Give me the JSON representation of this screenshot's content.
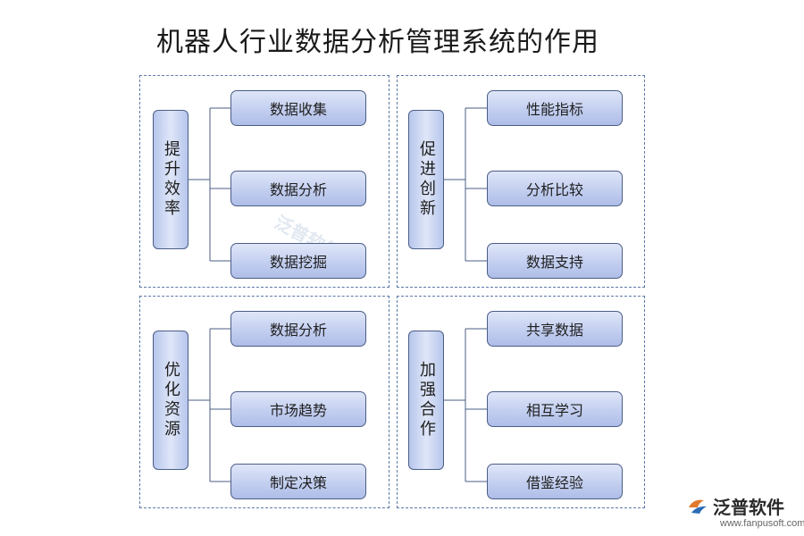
{
  "title": "机器人行业数据分析管理系统的作用",
  "groups": [
    {
      "label": "提升效率",
      "items": [
        "数据收集",
        "数据分析",
        "数据挖掘"
      ]
    },
    {
      "label": "促进创新",
      "items": [
        "性能指标",
        "分析比较",
        "数据支持"
      ]
    },
    {
      "label": "优化资源",
      "items": [
        "数据分析",
        "市场趋势",
        "制定决策"
      ]
    },
    {
      "label": "加强合作",
      "items": [
        "共享数据",
        "相互学习",
        "借鉴经验"
      ]
    }
  ],
  "watermark": "泛普软件",
  "logo": {
    "name": "泛普软件",
    "url": "www.fanpusoft.com"
  },
  "colors": {
    "border": "#4b5d86",
    "fill": "#c3cff0",
    "dash": "#5b79a8"
  }
}
